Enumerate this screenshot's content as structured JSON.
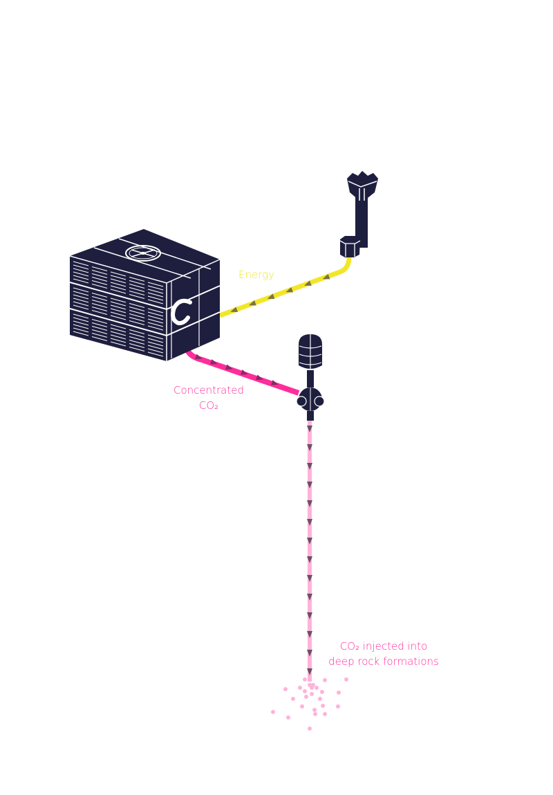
{
  "labels": {
    "energy": "Energy",
    "concentrated_line1": "Concentrated",
    "concentrated_line2": "CO₂",
    "injected_line1": "CO₂ injected into",
    "injected_line2": "deep rock formations"
  },
  "colors": {
    "navy": "#1e1f3f",
    "energy": "#f2e629",
    "concentrated_co2": "#ff2d9b",
    "injected_co2": "#ffb3d9",
    "arrow": "#6b5068"
  },
  "icons": [
    "direct-air-capture-unit",
    "fan-icon",
    "logo-c-icon",
    "power-tower-icon",
    "injection-well-icon"
  ]
}
